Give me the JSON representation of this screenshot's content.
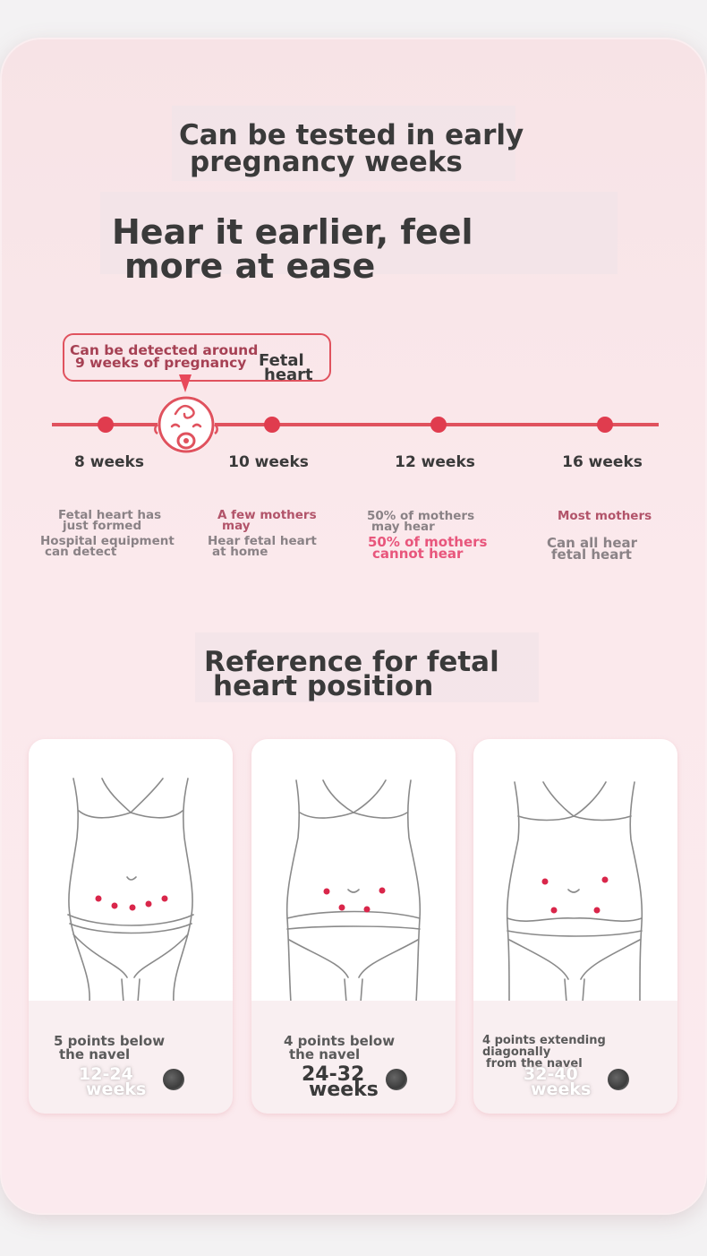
{
  "header": {
    "title_line1": "Can be tested in early",
    "title_line2": "pregnancy weeks",
    "subtitle_line1": "Hear it earlier, feel",
    "subtitle_line2": "more at ease"
  },
  "callout": {
    "line1": "Can be detected around",
    "line2": "9 weeks of pregnancy",
    "tag_line1": "Fetal",
    "tag_line2": "heart"
  },
  "timeline": {
    "weeks": [
      {
        "label": "8 weeks",
        "desc1": "Fetal heart has",
        "desc2": "just formed",
        "desc3": "Hospital equipment",
        "desc4": "can detect"
      },
      {
        "label": "10 weeks",
        "desc1": "A few mothers",
        "desc2": "may",
        "desc3": "Hear fetal heart",
        "desc4": "at home"
      },
      {
        "label": "12 weeks",
        "desc1": "50% of mothers",
        "desc2": "may hear",
        "desc3": "50% of mothers",
        "desc4": "cannot hear"
      },
      {
        "label": "16 weeks",
        "desc1": "Most mothers",
        "desc3": "Can all hear",
        "desc4": "fetal heart"
      }
    ],
    "colors": {
      "line": "#e0525e",
      "dot": "#e03c4e"
    }
  },
  "section2": {
    "title_line1": "Reference for fetal",
    "title_line2": "heart position"
  },
  "positions": [
    {
      "line1": "5 points below",
      "line2": "the navel",
      "weeks1": "12-24",
      "weeks2": "weeks"
    },
    {
      "line1": "4 points below",
      "line2": "the navel",
      "weeks1": "24-32",
      "weeks2": "weeks"
    },
    {
      "line1": "4 points extending diagonally",
      "line2": "from the navel",
      "weeks1": "32-40",
      "weeks2": "weeks"
    }
  ]
}
